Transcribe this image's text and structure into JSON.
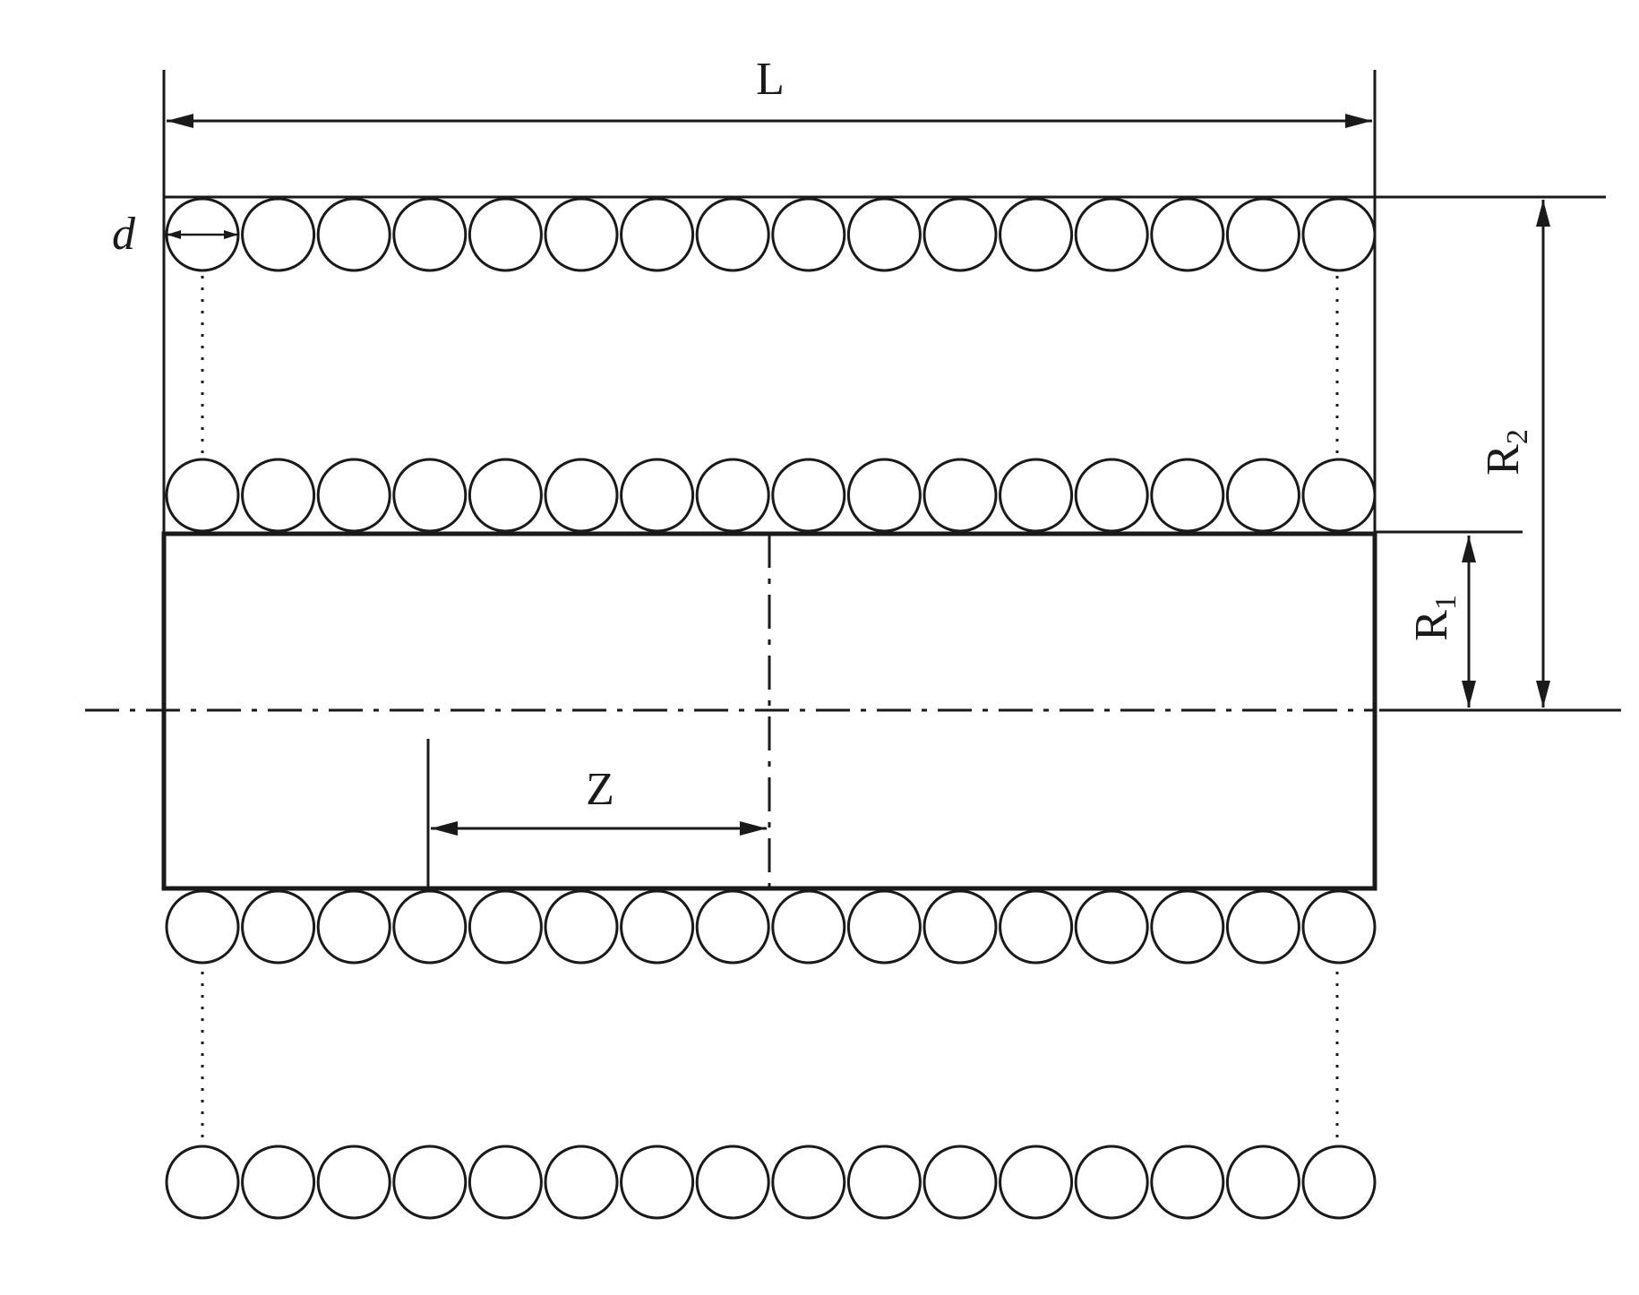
{
  "labels": {
    "length": "L",
    "wire_diameter": "d",
    "axial_position": "Z",
    "radius_inner_main": "R",
    "radius_inner_sub": "1",
    "radius_outer_main": "R",
    "radius_outer_sub": "2"
  },
  "winding": {
    "turns_per_layer": 16,
    "layers_shown_per_side": 2
  },
  "colors": {
    "stroke": "#1a1a1a",
    "background": "#ffffff"
  }
}
